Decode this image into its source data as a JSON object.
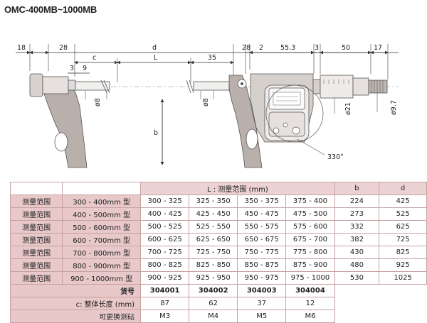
{
  "title": "OMC-400MB~1000MB",
  "drawing": {
    "dims_top": [
      "18",
      "28",
      "c",
      "d",
      "L",
      "35",
      "28",
      "2",
      "55.3",
      "3",
      "50",
      "17"
    ],
    "dims_small": [
      "3",
      "9"
    ],
    "dia_labels": [
      "ø8",
      "ø8",
      "ø21",
      "ø9.7"
    ],
    "b_label": "b",
    "angle_label": "330°"
  },
  "table": {
    "header": {
      "range_label": "L : 测量范围 (mm)",
      "b": "b",
      "d": "d"
    },
    "rows": [
      {
        "label": "测量范围",
        "model": "300 - 400mm 型",
        "ranges": [
          "300 - 325",
          "325 - 350",
          "350 - 375",
          "375 - 400"
        ],
        "b": "224",
        "d": "425"
      },
      {
        "label": "测量范围",
        "model": "400 - 500mm 型",
        "ranges": [
          "400 - 425",
          "425 - 450",
          "450 - 475",
          "475 - 500"
        ],
        "b": "273",
        "d": "525"
      },
      {
        "label": "测量范围",
        "model": "500 - 600mm 型",
        "ranges": [
          "500 - 525",
          "525 - 550",
          "550 - 575",
          "575 - 600"
        ],
        "b": "332",
        "d": "625"
      },
      {
        "label": "测量范围",
        "model": "600 - 700mm 型",
        "ranges": [
          "600 - 625",
          "625 - 650",
          "650 - 675",
          "675 - 700"
        ],
        "b": "382",
        "d": "725"
      },
      {
        "label": "测量范围",
        "model": "700 - 800mm 型",
        "ranges": [
          "700 - 725",
          "725 - 750",
          "750 - 775",
          "775 - 800"
        ],
        "b": "430",
        "d": "825"
      },
      {
        "label": "测量范围",
        "model": "800 - 900mm 型",
        "ranges": [
          "800 - 825",
          "825 - 850",
          "850 - 875",
          "875 - 900"
        ],
        "b": "480",
        "d": "925"
      },
      {
        "label": "测量范围",
        "model": "900 - 1000mm 型",
        "ranges": [
          "900 - 925",
          "925 - 950",
          "950 - 975",
          "975 - 1000"
        ],
        "b": "530",
        "d": "1025"
      }
    ],
    "part_row": {
      "label": "货号",
      "values": [
        "304001",
        "304002",
        "304003",
        "304004"
      ]
    },
    "c_row": {
      "label": "c: 整体长度 (mm)",
      "values": [
        "87",
        "62",
        "37",
        "12"
      ]
    },
    "anvil_row": {
      "label": "可更换测砧",
      "values": [
        "M3",
        "M4",
        "M5",
        "M6"
      ]
    }
  },
  "colors": {
    "label_bg": "#e8c8c8",
    "border": "#c7a2a2",
    "frame_fill": "#b9b0ab"
  }
}
